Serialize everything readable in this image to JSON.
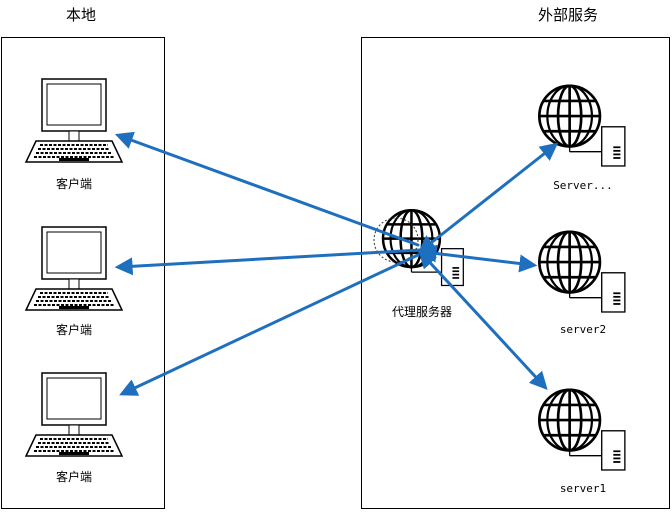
{
  "zones": {
    "local": {
      "title": "本地"
    },
    "external": {
      "title": "外部服务"
    }
  },
  "clients": [
    {
      "label": "客户端",
      "icon": "desktop-computer-icon"
    },
    {
      "label": "客户端",
      "icon": "desktop-computer-icon"
    },
    {
      "label": "客户端",
      "icon": "desktop-computer-icon"
    }
  ],
  "proxy": {
    "label": "代理服务器",
    "icon": "web-server-icon"
  },
  "servers": [
    {
      "label": "Server...",
      "icon": "web-server-icon"
    },
    {
      "label": "server2",
      "icon": "web-server-icon"
    },
    {
      "label": "server1",
      "icon": "web-server-icon"
    }
  ],
  "colors": {
    "arrow": "#1f6fbf",
    "stroke": "#000000"
  }
}
